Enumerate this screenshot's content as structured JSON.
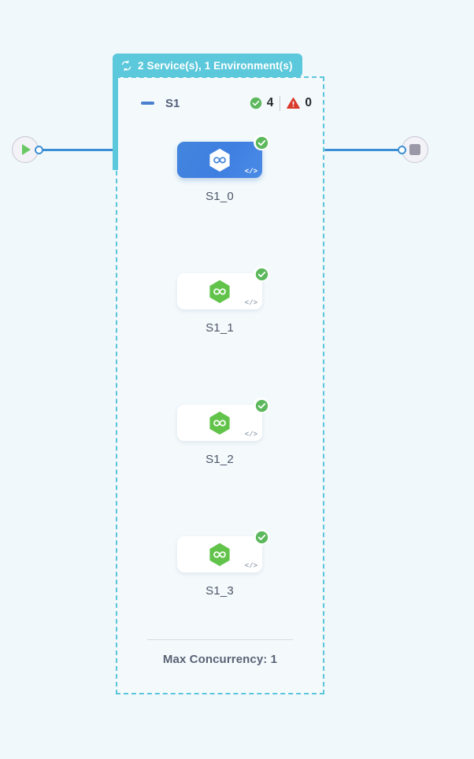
{
  "canvas": {
    "background_color": "#f0f8fb"
  },
  "start_node": {
    "name": "start",
    "icon": "play-icon",
    "color": "#6ac863"
  },
  "end_node": {
    "name": "end",
    "icon": "stop-icon",
    "color": "#9b98a8"
  },
  "group": {
    "badge": {
      "icon": "sync-icon",
      "label": "2 Service(s), 1 Environment(s)",
      "color": "#5bc8db"
    },
    "border_color": "#5bc5da",
    "header": {
      "collapse_icon": "minus-icon",
      "title": "S1",
      "status": {
        "success": {
          "icon": "check-circle-icon",
          "count": "4",
          "color": "#5cb85c"
        },
        "error": {
          "icon": "warning-triangle-icon",
          "count": "0",
          "color": "#d93a2b"
        }
      }
    },
    "footer": {
      "text": "Max Concurrency: 1"
    }
  },
  "nodes": [
    {
      "label": "S1_0",
      "selected": true,
      "logo": "hexagon-infinity-icon",
      "logo_color": "#ffffff",
      "status_icon": "check-circle-icon",
      "code_icon": "code-icon",
      "code_label": "</>"
    },
    {
      "label": "S1_1",
      "selected": false,
      "logo": "hexagon-infinity-icon",
      "logo_color": "#62c34b",
      "status_icon": "check-circle-icon",
      "code_icon": "code-icon",
      "code_label": "</>"
    },
    {
      "label": "S1_2",
      "selected": false,
      "logo": "hexagon-infinity-icon",
      "logo_color": "#62c34b",
      "status_icon": "check-circle-icon",
      "code_icon": "code-icon",
      "code_label": "</>"
    },
    {
      "label": "S1_3",
      "selected": false,
      "logo": "hexagon-infinity-icon",
      "logo_color": "#62c34b",
      "status_icon": "check-circle-icon",
      "code_icon": "code-icon",
      "code_label": "</>"
    }
  ]
}
